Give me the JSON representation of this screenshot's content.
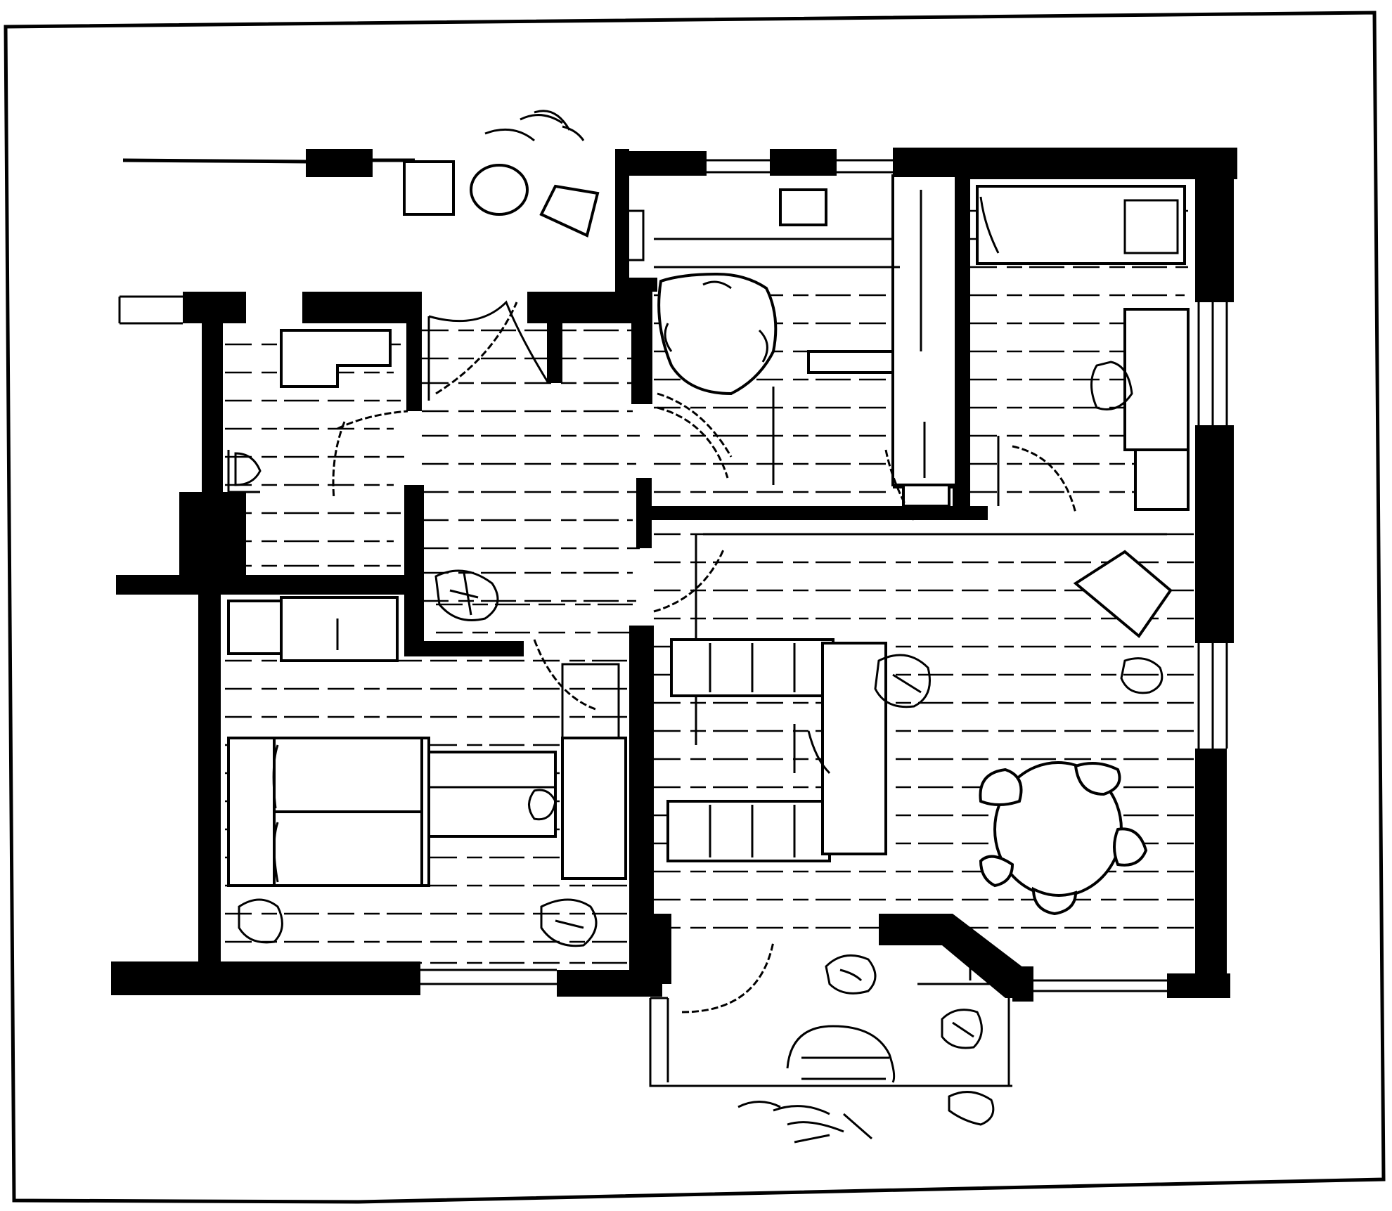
{
  "drawing": {
    "type": "floor-plan",
    "style": "black-and-white line drawing",
    "colors": {
      "ink": "#000000",
      "paper": "#ffffff"
    },
    "rooms": [
      {
        "id": "entry-hall"
      },
      {
        "id": "bathroom"
      },
      {
        "id": "kitchen"
      },
      {
        "id": "bedroom-secondary"
      },
      {
        "id": "corridor"
      },
      {
        "id": "bedroom-main"
      },
      {
        "id": "living-room"
      },
      {
        "id": "dining-area"
      },
      {
        "id": "balcony"
      }
    ]
  }
}
